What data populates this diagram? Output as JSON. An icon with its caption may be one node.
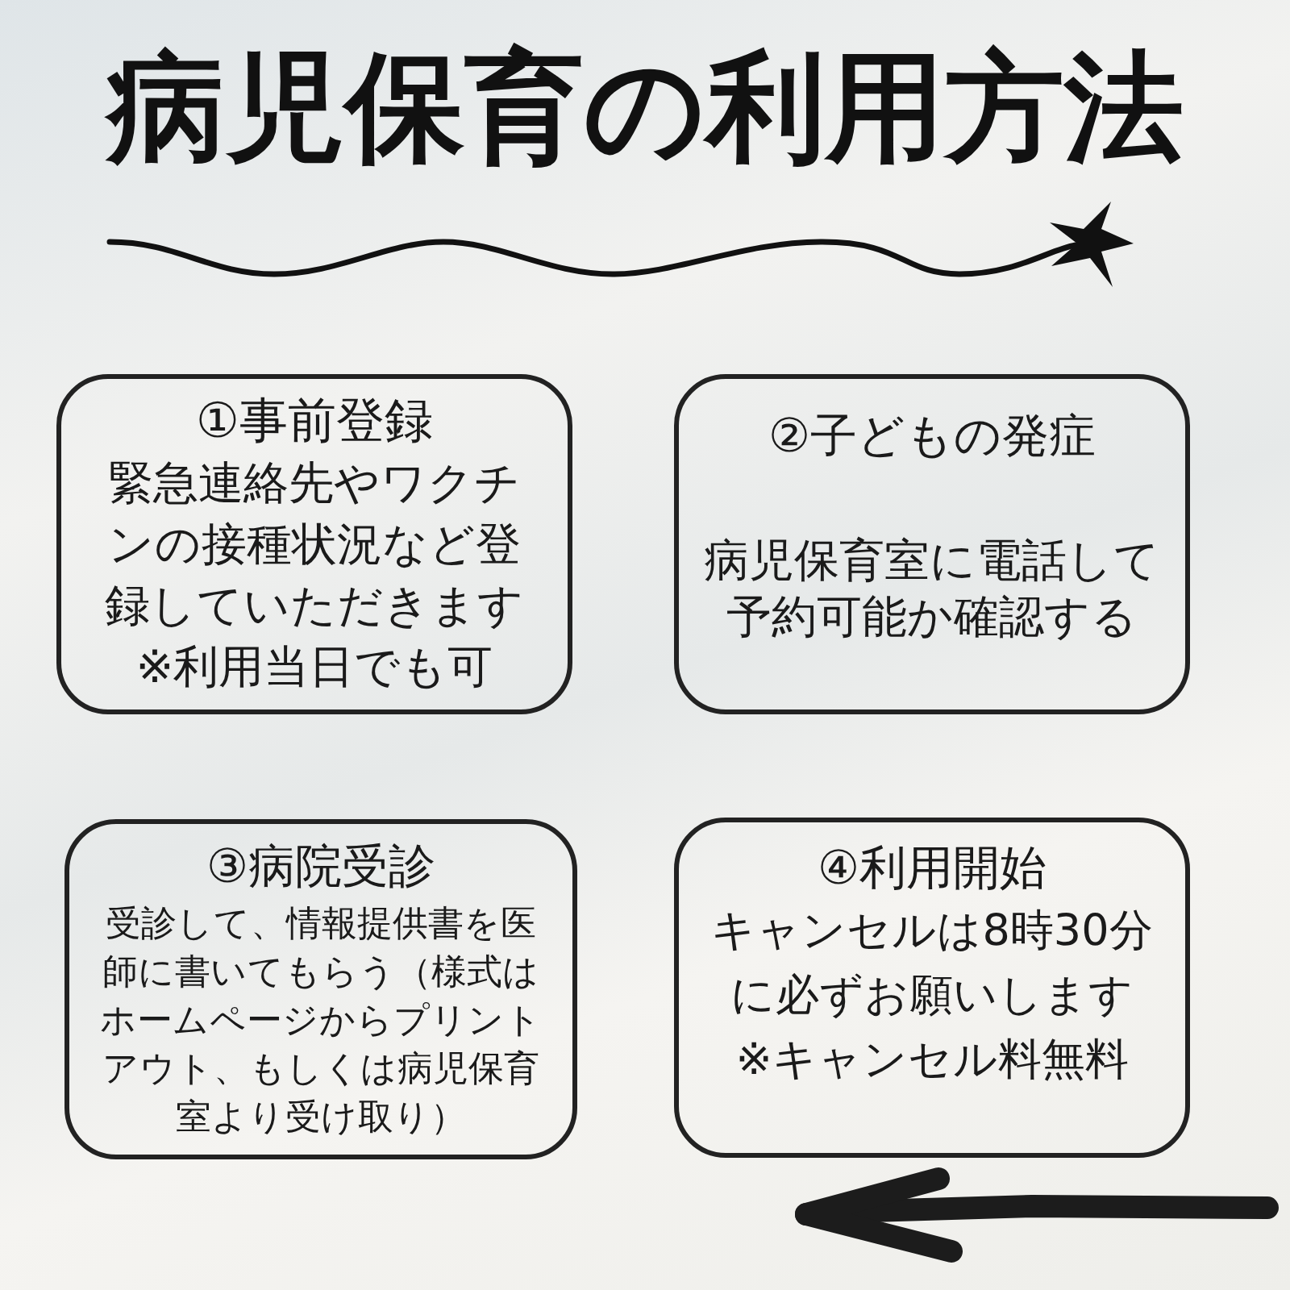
{
  "diagram": {
    "title": "病児保育の利用方法",
    "nodes": [
      {
        "text": [
          "①事前登録",
          "緊急連絡先やワクチンの接種状況など登録していただきます",
          "※利用当日でも可"
        ]
      },
      {
        "text": [
          "②子どもの発症",
          "病児保育室に電話して予約可能か確認する"
        ]
      },
      {
        "text": [
          "③病院受診",
          "受診して、情報提供書を医師に書いてもらう（様式はホームページからプリントアウト、もしくは病児保育室より受け取り）"
        ]
      },
      {
        "text": [
          "④利用開始",
          "キャンセルは8時30分に必ずお願いします",
          "※キャンセル料無料"
        ]
      }
    ]
  }
}
